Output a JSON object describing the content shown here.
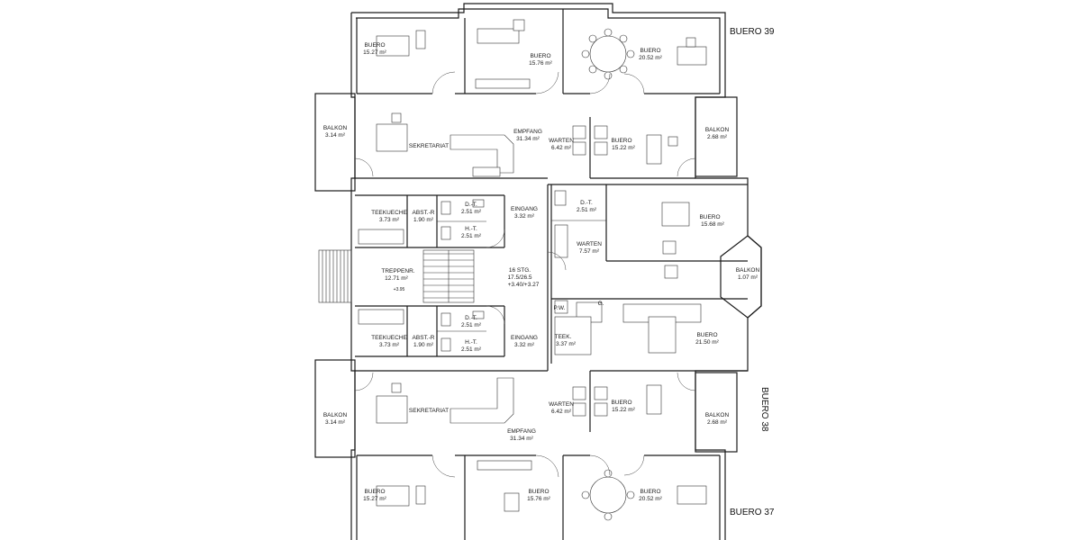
{
  "units": {
    "upper": "BUERO 39",
    "right": "BUERO 38",
    "lower": "BUERO 37"
  },
  "rooms": {
    "buero_tl": {
      "name": "BUERO",
      "area": "15.27 m²"
    },
    "buero_tm": {
      "name": "BUERO",
      "area": "15.76 m²"
    },
    "buero_tr": {
      "name": "BUERO",
      "area": "20.52 m²"
    },
    "balkon_l_upper": {
      "name": "BALKON",
      "area": "3.14 m²"
    },
    "sekretariat_upper": {
      "name": "SEKRETARIAT"
    },
    "empfang_upper": {
      "name": "EMPFANG",
      "area": "31.34 m²"
    },
    "warten_upper": {
      "name": "WARTEN",
      "area": "6.42 m²"
    },
    "buero_mid_upper": {
      "name": "BUERO",
      "area": "15.22 m²"
    },
    "balkon_r_upper": {
      "name": "BALKON",
      "area": "2.68 m²"
    },
    "teekueche_upper": {
      "name": "TEEKUECHE",
      "area": "3.73 m²"
    },
    "abst_upper": {
      "name": "ABST.-R",
      "area": "1.90 m²"
    },
    "d_t_upper": {
      "name": "D.-T.",
      "area": "2.51 m²"
    },
    "h_t_upper": {
      "name": "H.-T.",
      "area": "2.51 m²"
    },
    "eingang_upper": {
      "name": "EINGANG",
      "area": "3.32 m²"
    },
    "d_t_right": {
      "name": "D.-T.",
      "area": "2.51 m²"
    },
    "buero_right_upper": {
      "name": "BUERO",
      "area": "15.68 m²"
    },
    "warten_right": {
      "name": "WARTEN",
      "area": "7.57 m²"
    },
    "balkon_bay": {
      "name": "BALKON",
      "area": "1.07 m²"
    },
    "treppenr": {
      "name": "TREPPENR.",
      "area": "12.71 m²",
      "level": "+3.95"
    },
    "stair": {
      "steps": "16 STG.",
      "ratio": "17.5/26.5",
      "levels": "+3.40/+3.27"
    },
    "pw": {
      "name": "P.W."
    },
    "g": {
      "name": "G."
    },
    "teek": {
      "name": "TEEK.",
      "area": "3.37 m²"
    },
    "buero_right_lower": {
      "name": "BUERO",
      "area": "21.50 m²"
    },
    "teekueche_lower": {
      "name": "TEEKUECHE",
      "area": "3.73 m²"
    },
    "abst_lower": {
      "name": "ABST.-R",
      "area": "1.90 m²"
    },
    "d_t_lower": {
      "name": "D.-T.",
      "area": "2.51 m²"
    },
    "h_t_lower": {
      "name": "H.-T.",
      "area": "2.51 m²"
    },
    "eingang_lower": {
      "name": "EINGANG",
      "area": "3.32 m²"
    },
    "balkon_l_lower": {
      "name": "BALKON",
      "area": "3.14 m²"
    },
    "sekretariat_lower": {
      "name": "SEKRETARIAT"
    },
    "empfang_lower": {
      "name": "EMPFANG",
      "area": "31.34 m²"
    },
    "warten_lower": {
      "name": "WARTEN",
      "area": "6.42 m²"
    },
    "buero_mid_lower": {
      "name": "BUERO",
      "area": "15.22 m²"
    },
    "balkon_r_lower": {
      "name": "BALKON",
      "area": "2.68 m²"
    },
    "buero_bl": {
      "name": "BUERO",
      "area": "15.27 m²"
    },
    "buero_bm": {
      "name": "BUERO",
      "area": "15.76 m²"
    },
    "buero_br": {
      "name": "BUERO",
      "area": "20.52 m²"
    }
  }
}
